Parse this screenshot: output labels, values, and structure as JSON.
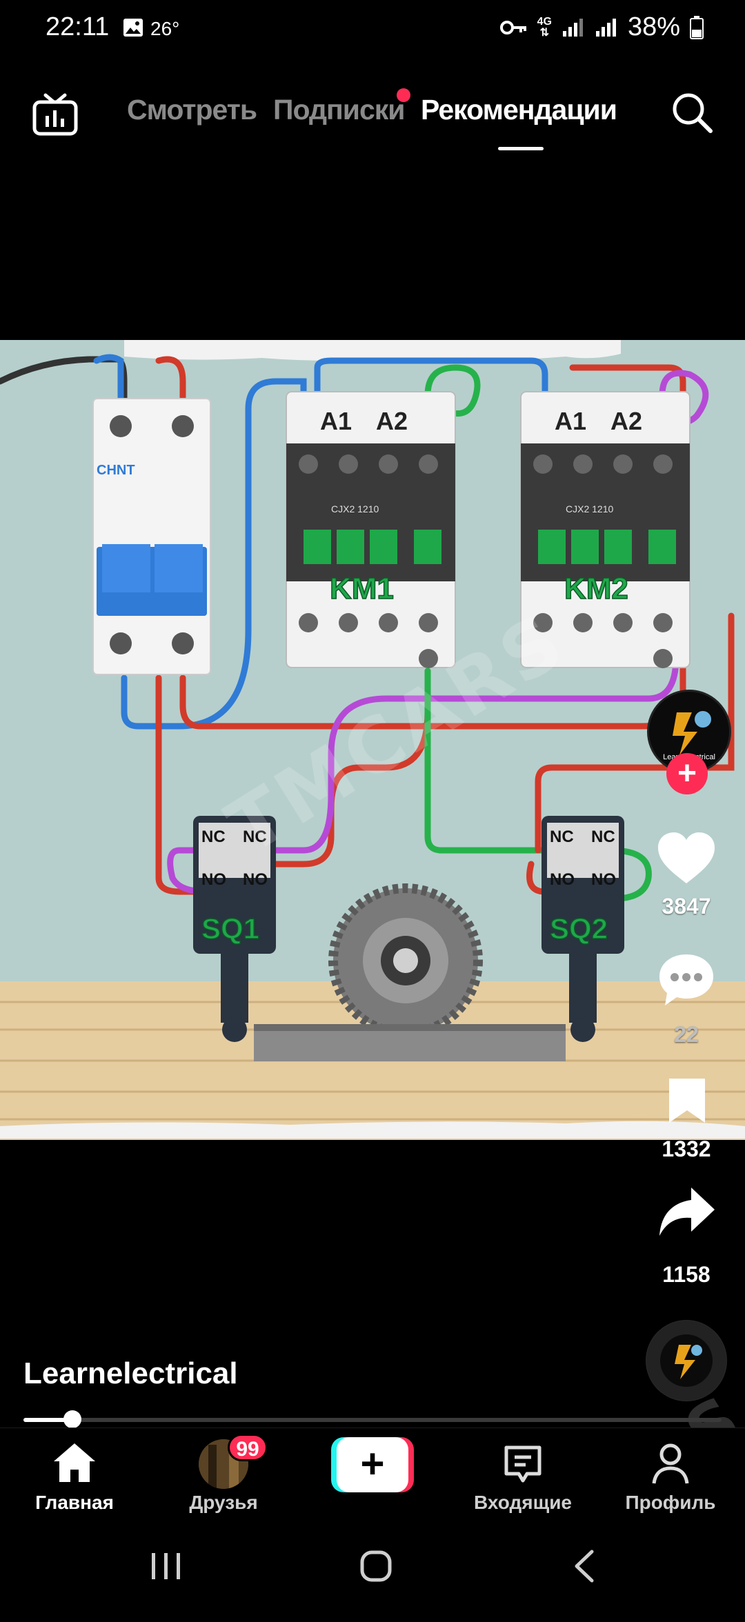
{
  "status_bar": {
    "time": "22:11",
    "temperature": "26°",
    "network": "4G",
    "battery": "38%"
  },
  "top_nav": {
    "tabs": [
      {
        "label": "Смотреть",
        "active": false
      },
      {
        "label": "Подписки",
        "active": false,
        "dot": true
      },
      {
        "label": "Рекомендации",
        "active": true
      }
    ]
  },
  "video": {
    "panel_labels": {
      "breaker_brand": "CHNT",
      "km1": "KM1",
      "km2": "KM2",
      "coil_a1": "A1",
      "coil_a2": "A2",
      "contactor_model": "CJX2 1210",
      "sq1": "SQ1",
      "sq2": "SQ2",
      "nc": "NC",
      "no": "NO"
    }
  },
  "actions": {
    "likes": "3847",
    "comments": "22",
    "saves": "1332",
    "shares": "1158"
  },
  "author": {
    "username": "Learnelectrical",
    "avatar_text": "Learn Electrical"
  },
  "progress": {
    "fraction": 0.07
  },
  "tab_bar": {
    "home": "Главная",
    "friends": "Друзья",
    "friends_badge": "99",
    "inbox": "Входящие",
    "profile": "Профиль"
  },
  "watermark": "TMCARS",
  "colors": {
    "accent_red": "#fe2c55",
    "accent_cyan": "#25f4ee"
  }
}
